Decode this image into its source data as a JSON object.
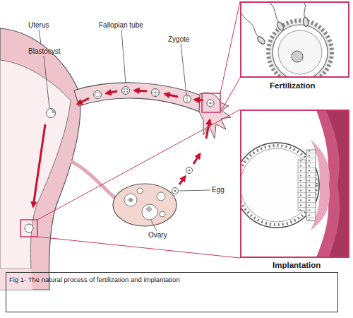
{
  "diagram": {
    "caption": "Fig 1- The natural process of fertilization and implantation",
    "labels": [
      "Uterus",
      "Fallopian tube",
      "Zygote",
      "Blastocyst",
      "Egg",
      "Ovary",
      "Fertilization",
      "Implantation"
    ]
  }
}
